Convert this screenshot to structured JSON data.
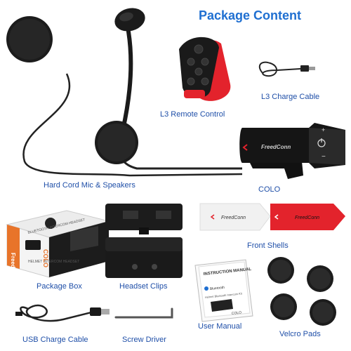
{
  "header": {
    "title": "Package Content"
  },
  "items": {
    "hard_cord": "Hard Cord Mic & Speakers",
    "remote": "L3 Remote Control",
    "charge_cable": "L3 Charge Cable",
    "colo": "COLO",
    "front_shells": "Front Shells",
    "package_box": "Package Box",
    "headset_clips": "Headset Clips",
    "user_manual": "User Manual",
    "velcro_pads": "Velcro Pads",
    "usb_cable": "USB Charge Cable",
    "screw_driver": "Screw Driver"
  },
  "device": {
    "brand": "FreedConn"
  },
  "box": {
    "brand": "FreedConn",
    "model": "COLO",
    "top_text": "BLUETOOTH INTERCOM HEADSET",
    "side_text": "HELMET INTERCOM HEADSET"
  },
  "manual": {
    "title": "INSTRUCTION MANUAL",
    "bluetooth": "Bluetooth",
    "subtitle": "Helmet Bluetooth Intercom Kit",
    "model": "COLO"
  },
  "colors": {
    "title": "#1f6fd1",
    "label": "#1f4fa8",
    "accent_red": "#e01e2a"
  },
  "icons": [
    "power-icon",
    "plus-icon",
    "minus-icon",
    "usb-plug-icon",
    "bluetooth-icon"
  ]
}
